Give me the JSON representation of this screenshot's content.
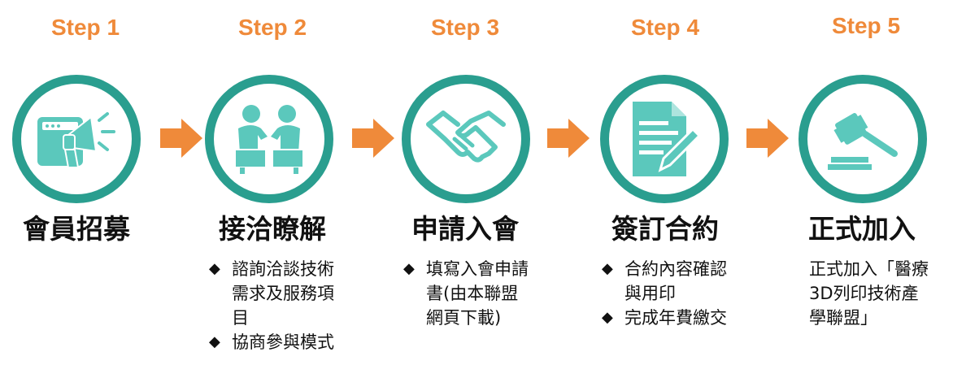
{
  "colors": {
    "accent": "#EF8A3A",
    "ring": "#2A9E8F",
    "icon_fill": "#5BC8BC"
  },
  "steps": [
    {
      "label": "Step 1",
      "title": "會員招募",
      "icon": "megaphone-icon",
      "bullets": []
    },
    {
      "label": "Step 2",
      "title": "接洽瞭解",
      "icon": "meeting-icon",
      "bullets": [
        "諮詢洽談技術需求及服務項目",
        "協商參與模式"
      ]
    },
    {
      "label": "Step 3",
      "title": "申請入會",
      "icon": "handshake-icon",
      "bullets": [
        "填寫入會申請 書(由本聯盟網頁下載)"
      ]
    },
    {
      "label": "Step 4",
      "title": "簽訂合約",
      "icon": "contract-icon",
      "bullets": [
        "合約內容確認與用印",
        "完成年費繳交"
      ]
    },
    {
      "label": "Step 5",
      "title": "正式加入",
      "icon": "gavel-icon",
      "description": "正式加入「醫療3D列印技術產學聯盟」"
    }
  ]
}
